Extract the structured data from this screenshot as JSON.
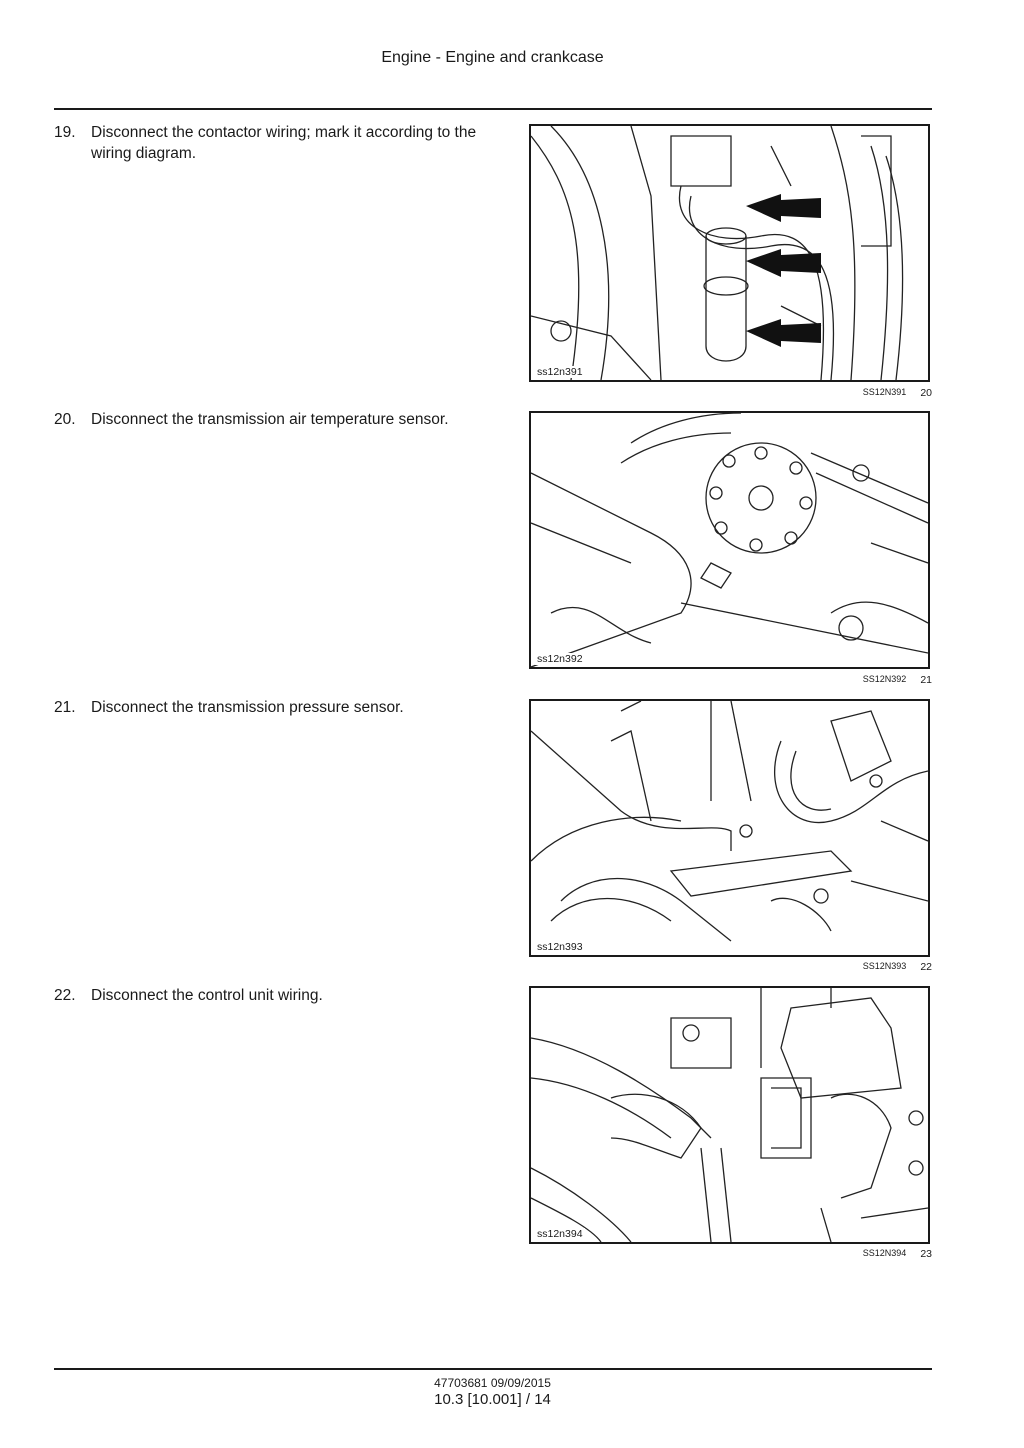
{
  "header": {
    "title": "Engine - Engine and crankcase"
  },
  "steps": [
    {
      "num": "19.",
      "text": "Disconnect the contactor wiring; mark it according to the wiring diagram.",
      "figure_tag": "ss12n391",
      "figure_code": "SS12N391",
      "figure_num": "20"
    },
    {
      "num": "20.",
      "text": "Disconnect the transmission air temperature sensor.",
      "figure_tag": "ss12n392",
      "figure_code": "SS12N392",
      "figure_num": "21"
    },
    {
      "num": "21.",
      "text": "Disconnect the transmission pressure sensor.",
      "figure_tag": "ss12n393",
      "figure_code": "SS12N393",
      "figure_num": "22"
    },
    {
      "num": "22.",
      "text": "Disconnect the control unit wiring.",
      "figure_tag": "ss12n394",
      "figure_code": "SS12N394",
      "figure_num": "23"
    }
  ],
  "footer": {
    "doc": "47703681 09/09/2015",
    "page": "10.3 [10.001] / 14"
  }
}
